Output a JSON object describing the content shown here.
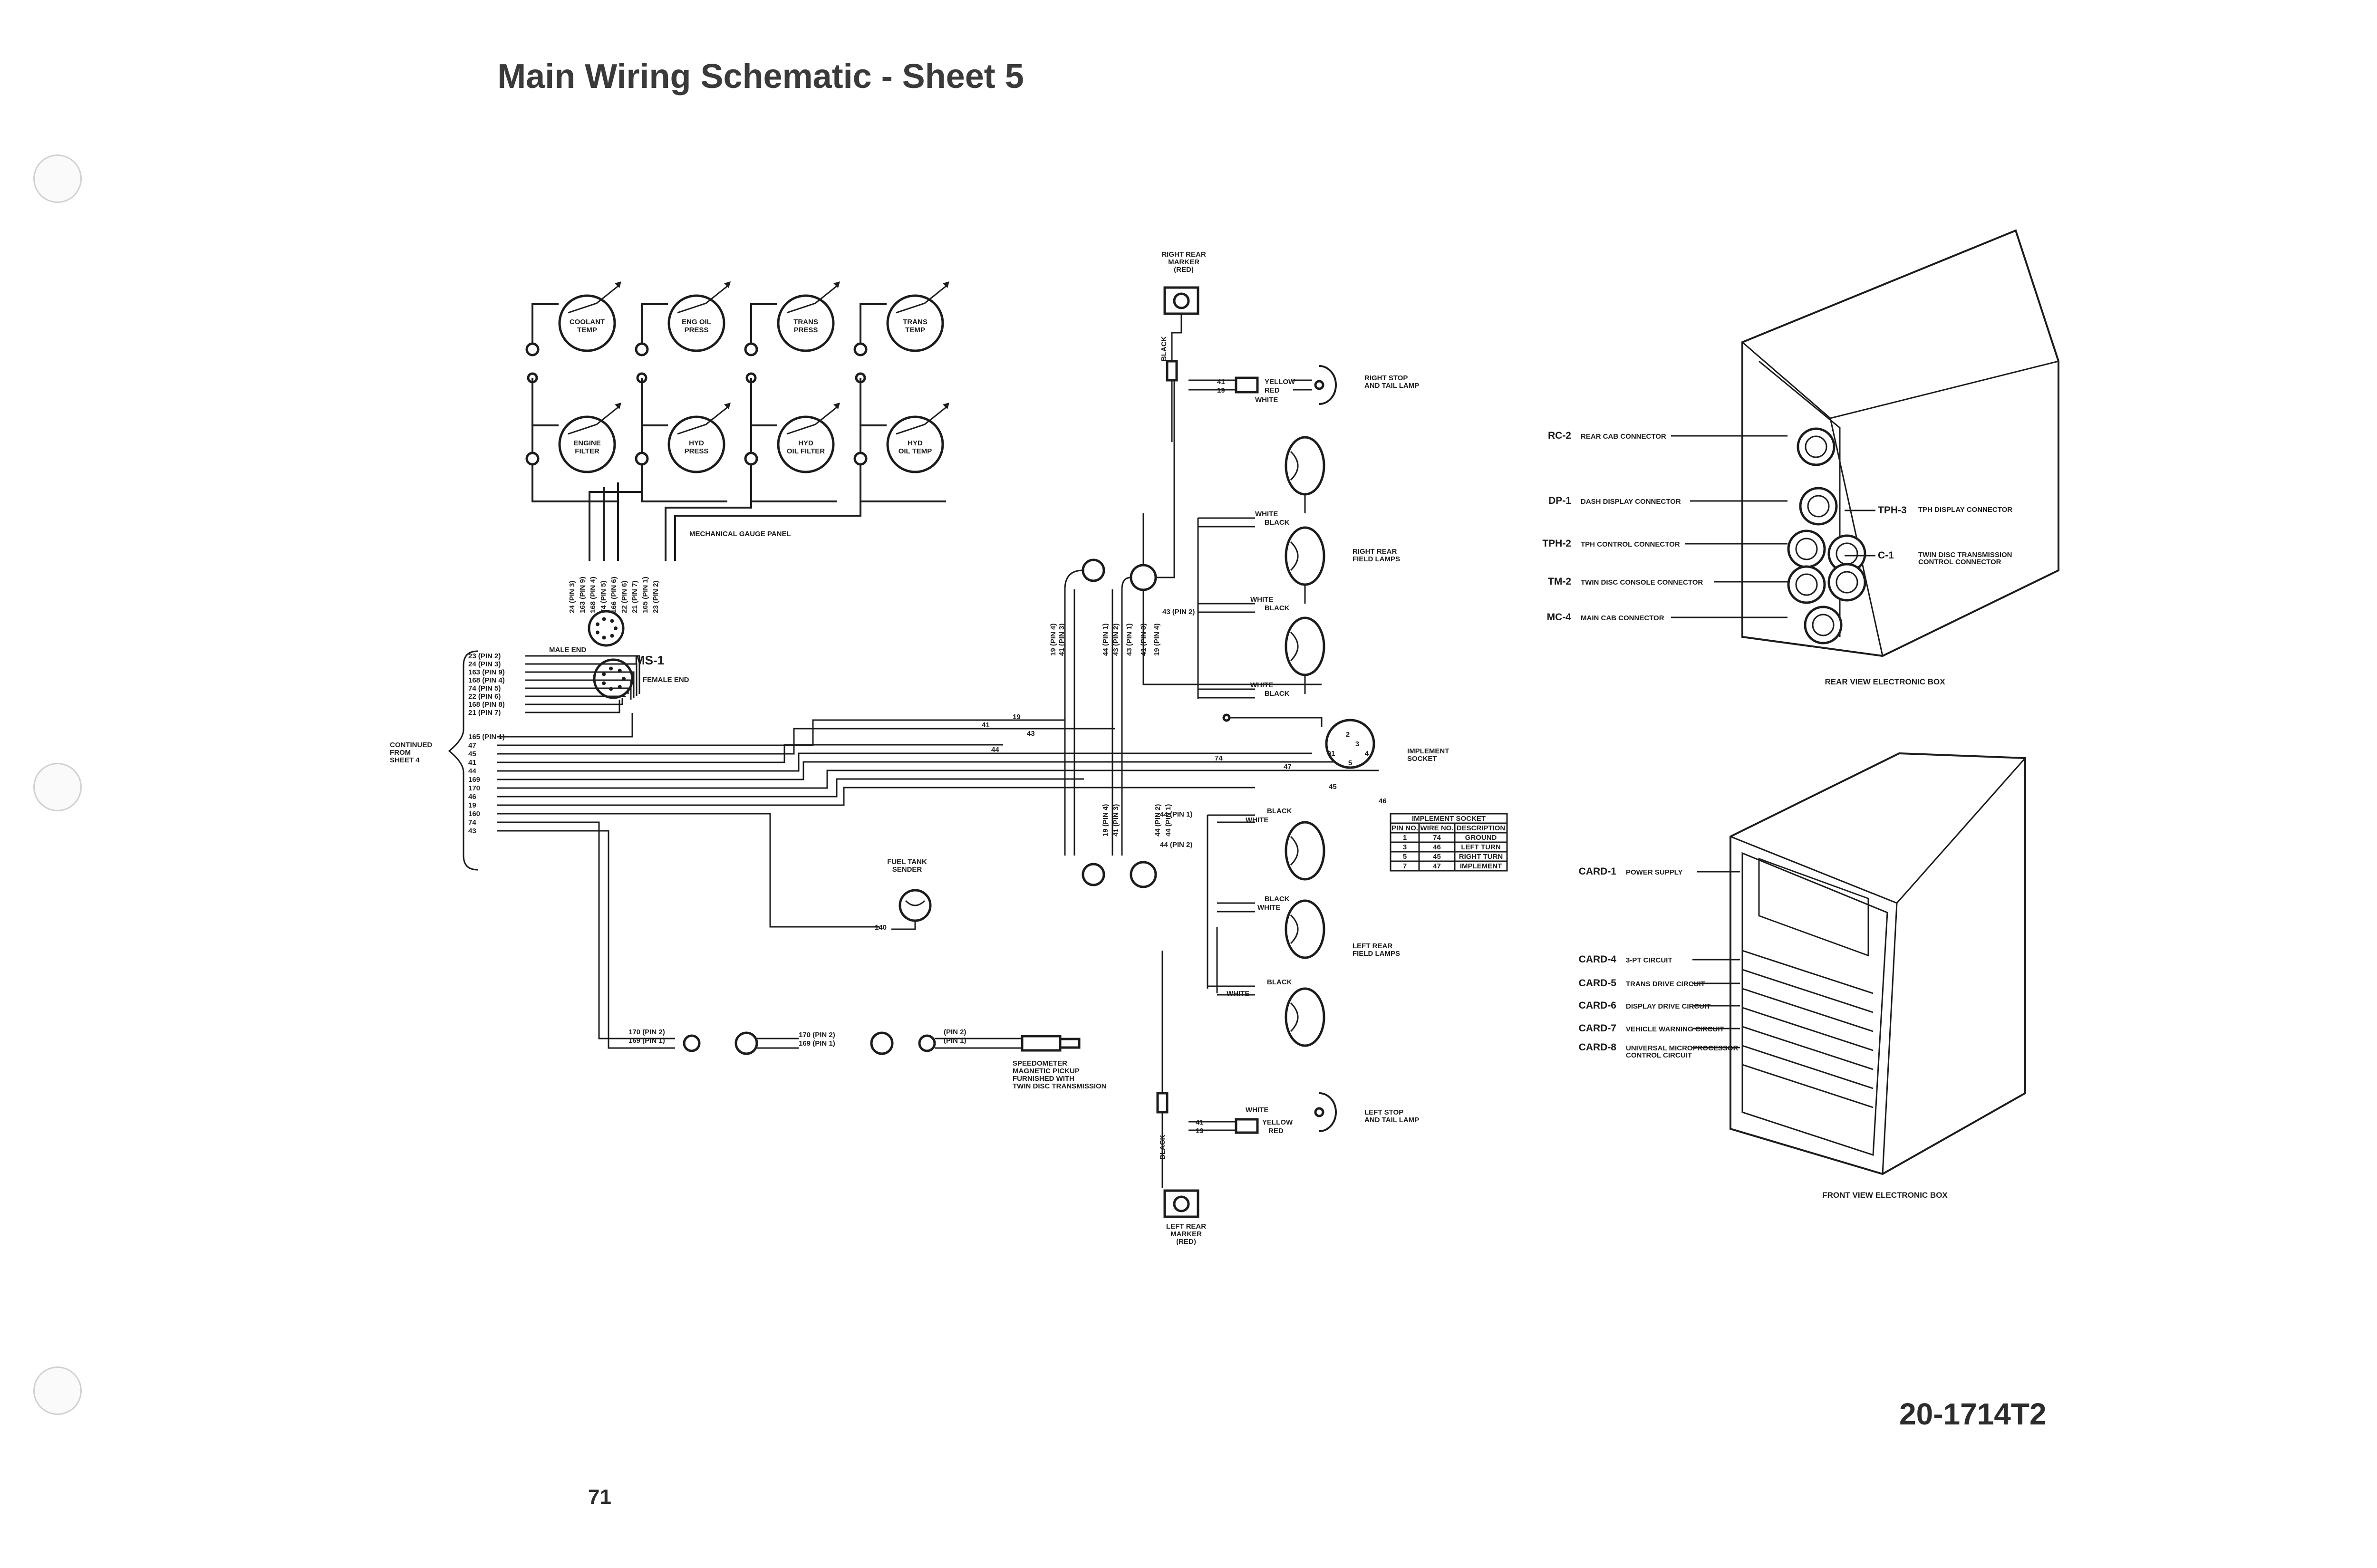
{
  "title": "Main Wiring Schematic - Sheet 5",
  "page_number": "71",
  "doc_id": "20-1714T2",
  "gauges_top": [
    "COOLANT|TEMP",
    "ENG OIL|PRESS",
    "TRANS|PRESS",
    "TRANS|TEMP"
  ],
  "gauges_bottom": [
    "ENGINE|FILTER",
    "HYD|PRESS",
    "HYD|OIL FILTER",
    "HYD|OIL TEMP"
  ],
  "gauge_panel_label": "MECHANICAL GAUGE PANEL",
  "ms1": {
    "name": "MS-1",
    "male": "MALE END",
    "female": "FEMALE END"
  },
  "ms1_vertical_wires": [
    "24 (PIN 3)",
    "163 (PIN 9)",
    "168 (PIN 4)",
    "74 (PIN 5)",
    "166 (PIN 6)",
    "22 (PIN 6)",
    "21 (PIN 7)",
    "165 (PIN 1)",
    "23 (PIN 2)"
  ],
  "bracket_upper": [
    "23 (PIN 2)",
    "24 (PIN 3)",
    "163 (PIN 9)",
    "168 (PIN 4)",
    "74 (PIN 5)",
    "22 (PIN 6)",
    "168 (PIN 8)",
    "21 (PIN 7)"
  ],
  "bracket_lower": [
    "165 (PIN 1)",
    "47",
    "45",
    "41",
    "44",
    "169",
    "170",
    "46",
    "19",
    "160",
    "74",
    "43"
  ],
  "continued": "CONTINUED|FROM|SHEET 4",
  "fuel_sender": "FUEL TANK|SENDER",
  "speedometer": "SPEEDOMETER|MAGNETIC PICKUP|FURNISHED WITH|TWIN DISC TRANSMISSION",
  "pickup_wires": [
    "170 (PIN 2)",
    "169 (PIN 1)",
    "170 (PIN 2)",
    "169 (PIN 1)",
    "(PIN 2)",
    "(PIN 1)"
  ],
  "right_rear_marker": "RIGHT REAR|MARKER|(RED)",
  "left_rear_marker": "LEFT REAR|MARKER|(RED)",
  "right_stop": "RIGHT STOP|AND TAIL LAMP",
  "left_stop": "LEFT STOP|AND TAIL LAMP",
  "right_field": "RIGHT REAR|FIELD LAMPS",
  "left_field": "LEFT REAR|FIELD LAMPS",
  "implement_label": "IMPLEMENT|SOCKET",
  "implement_table": {
    "title": "IMPLEMENT SOCKET",
    "headers": [
      "PIN NO.",
      "WIRE NO.",
      "DESCRIPTION"
    ],
    "rows": [
      [
        "1",
        "74",
        "GROUND"
      ],
      [
        "3",
        "46",
        "LEFT TURN"
      ],
      [
        "5",
        "45",
        "RIGHT TURN"
      ],
      [
        "7",
        "47",
        "IMPLEMENT"
      ]
    ]
  },
  "wire_colors": {
    "black": "BLACK",
    "white": "WHITE",
    "yellow": "YELLOW",
    "red": "RED"
  },
  "harness_wires": [
    "19",
    "41",
    "43",
    "44",
    "74",
    "47",
    "45",
    "46",
    "140",
    "43 (PIN 2)",
    "44 (PIN 1)",
    "44 (PIN 2)"
  ],
  "harness_pins": [
    "19 (PIN 4)",
    "41 (PIN 3)",
    "44 (PIN 1)",
    "43 (PIN 2)",
    "43 (PIN 1)",
    "41 (PIN 3)",
    "19 (PIN 4)"
  ],
  "rear_box": {
    "caption": "REAR VIEW ELECTRONIC BOX",
    "connectors": [
      {
        "code": "RC-2",
        "desc": "REAR CAB CONNECTOR"
      },
      {
        "code": "DP-1",
        "desc": "DASH DISPLAY CONNECTOR"
      },
      {
        "code": "TPH-2",
        "desc": "TPH CONTROL CONNECTOR"
      },
      {
        "code": "TM-2",
        "desc": "TWIN DISC CONSOLE CONNECTOR"
      },
      {
        "code": "MC-4",
        "desc": "MAIN CAB CONNECTOR"
      }
    ],
    "right_connectors": [
      {
        "code": "TPH-3",
        "desc": "TPH DISPLAY CONNECTOR"
      },
      {
        "code": "C-1",
        "desc": "TWIN DISC TRANSMISSION|CONTROL CONNECTOR"
      }
    ]
  },
  "front_box": {
    "caption": "FRONT VIEW ELECTRONIC BOX",
    "cards": [
      {
        "code": "CARD-1",
        "desc": "POWER SUPPLY"
      },
      {
        "code": "CARD-4",
        "desc": "3-PT CIRCUIT"
      },
      {
        "code": "CARD-5",
        "desc": "TRANS DRIVE CIRCUIT"
      },
      {
        "code": "CARD-6",
        "desc": "DISPLAY DRIVE CIRCUIT"
      },
      {
        "code": "CARD-7",
        "desc": "VEHICLE WARNING CIRCUIT"
      },
      {
        "code": "CARD-8",
        "desc": "UNIVERSAL MICROPROCESSOR|CONTROL CIRCUIT"
      }
    ]
  }
}
